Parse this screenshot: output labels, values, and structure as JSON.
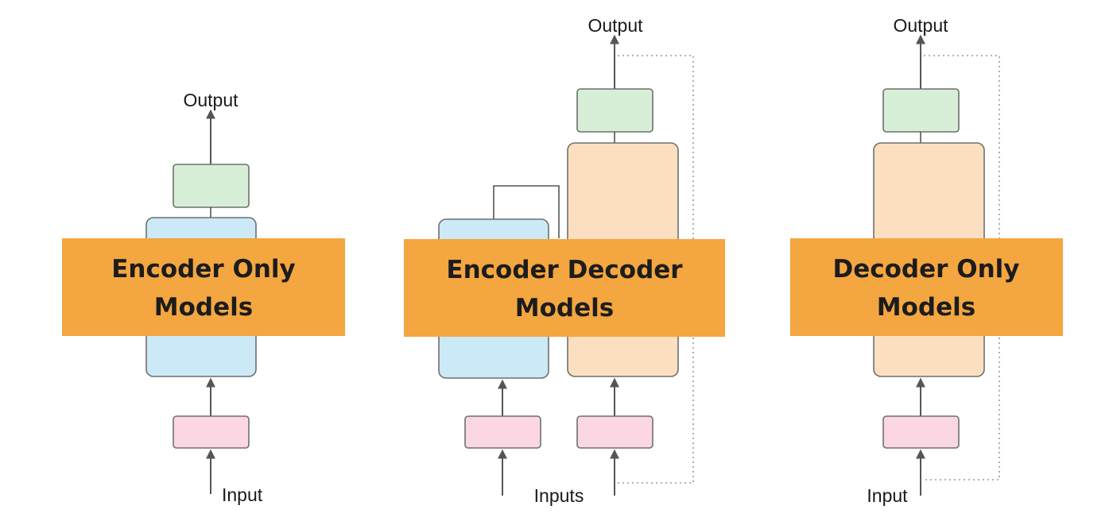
{
  "panels": [
    {
      "title_line1": "Encoder Only",
      "title_line2": "Models",
      "output_label": "Output",
      "input_label": "Input"
    },
    {
      "title_line1": "Encoder Decoder",
      "title_line2": "Models",
      "output_label": "Output",
      "input_label": "Inputs"
    },
    {
      "title_line1": "Decoder Only",
      "title_line2": "Models",
      "output_label": "Output",
      "input_label": "Input"
    }
  ],
  "colors": {
    "banner": "#f4a640",
    "encoder": "#cbe9f6",
    "decoder": "#fbdfc0",
    "output_head": "#d7efd6",
    "input_embed": "#fad7e2",
    "box_border": "#6f6f6f"
  }
}
